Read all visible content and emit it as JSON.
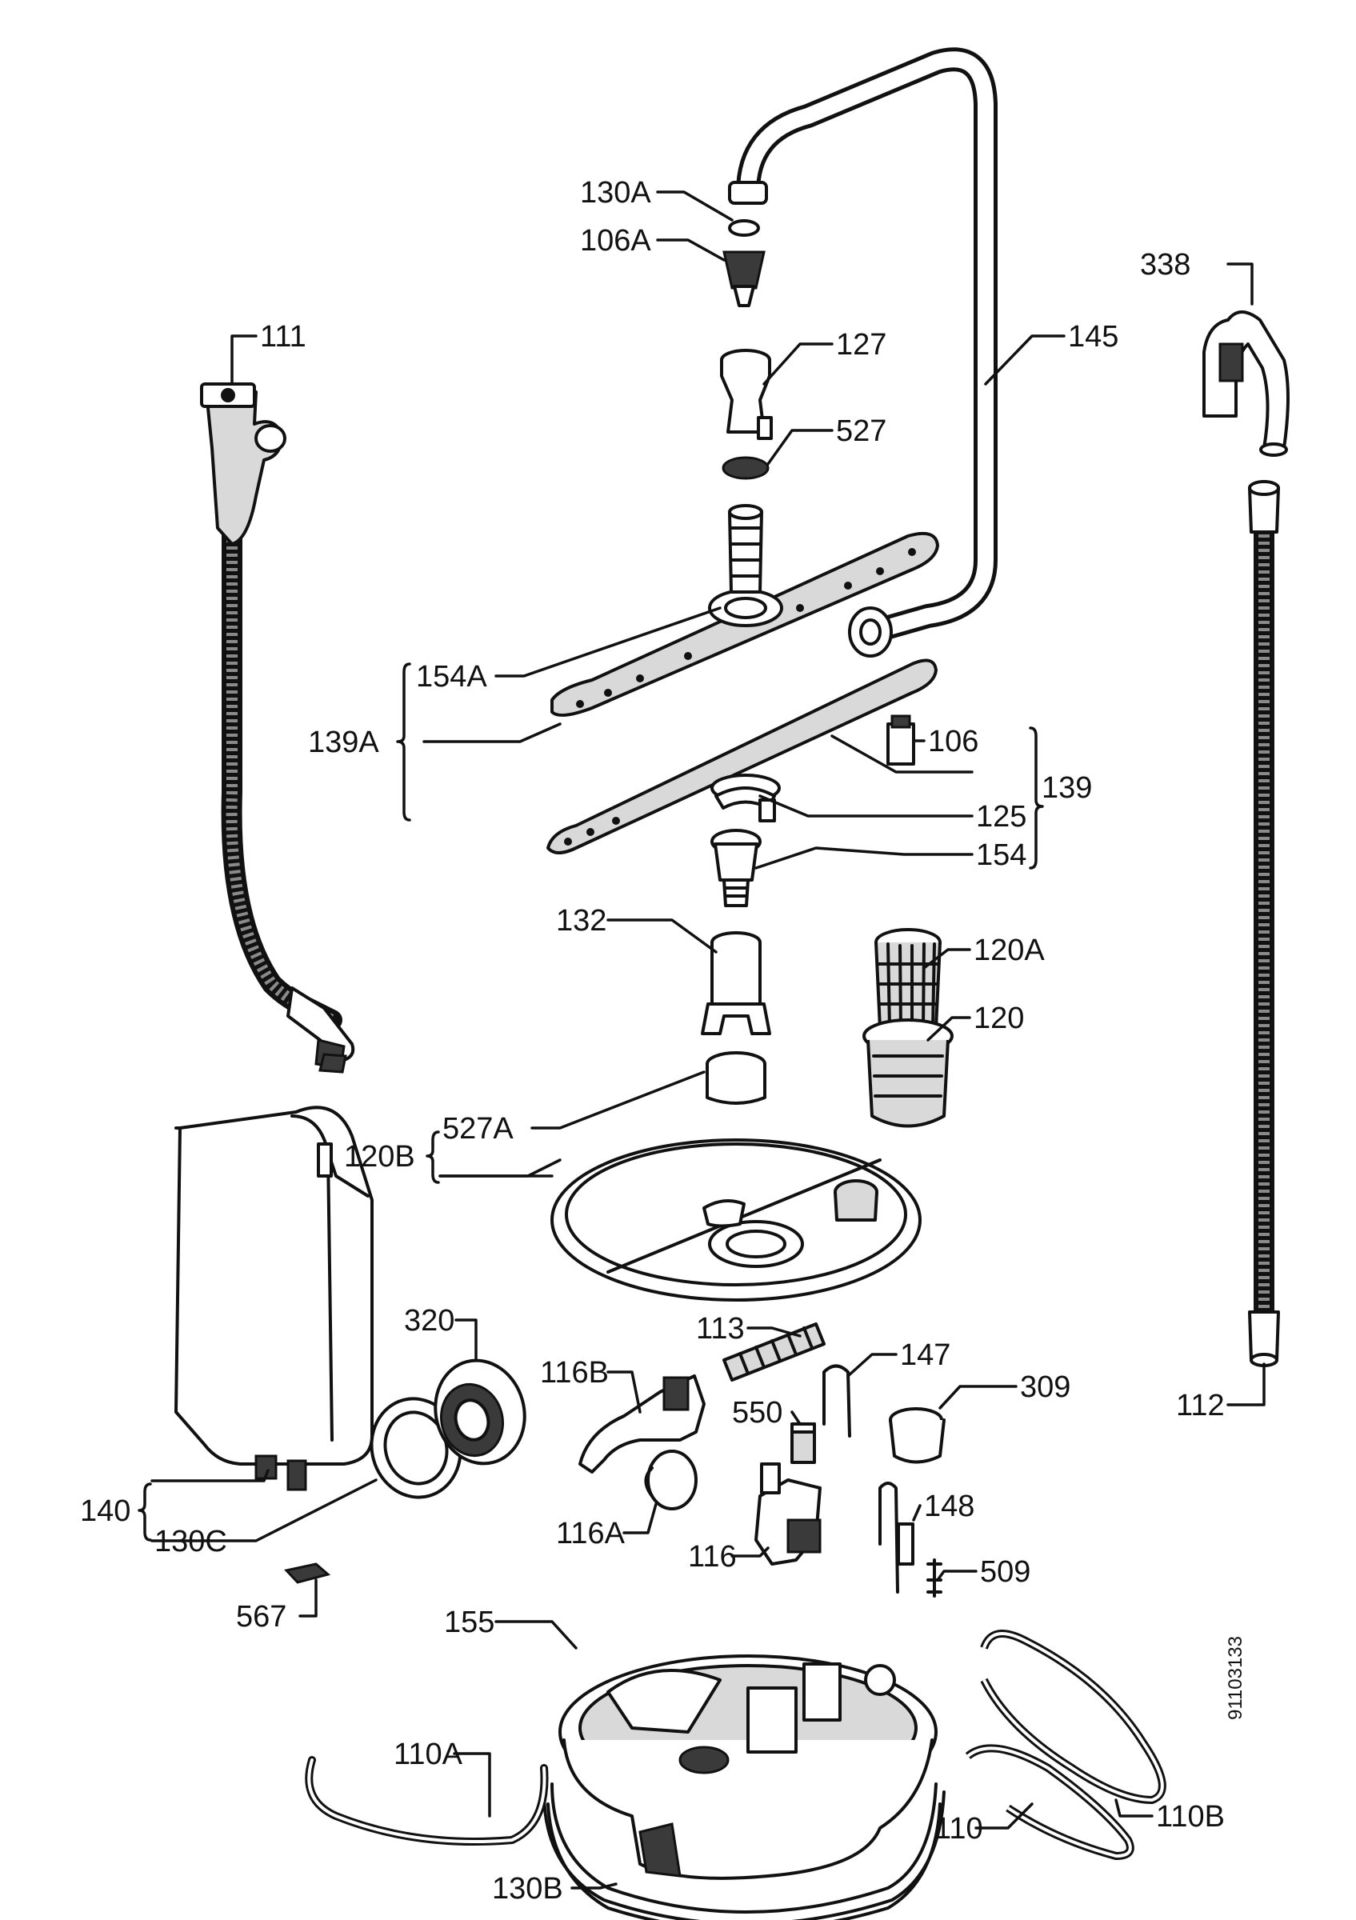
{
  "diagram": {
    "reference_code": "91103133",
    "labels": {
      "p130A": "130A",
      "p106A": "106A",
      "p127": "127",
      "p145": "145",
      "p338": "338",
      "p111": "111",
      "p527": "527",
      "p154A": "154A",
      "p139A": "139A",
      "p106": "106",
      "p139": "139",
      "p125": "125",
      "p154": "154",
      "p132": "132",
      "p120A": "120A",
      "p120": "120",
      "p120B": "120B",
      "p527A": "527A",
      "p113": "113",
      "p320": "320",
      "p116B": "116B",
      "p147": "147",
      "p309": "309",
      "p550": "550",
      "p112": "112",
      "p140": "140",
      "p130C": "130C",
      "p116A": "116A",
      "p148": "148",
      "p116": "116",
      "p509": "509",
      "p567": "567",
      "p155": "155",
      "p110A": "110A",
      "p110B": "110B",
      "p110": "110",
      "p130B": "130B"
    }
  }
}
